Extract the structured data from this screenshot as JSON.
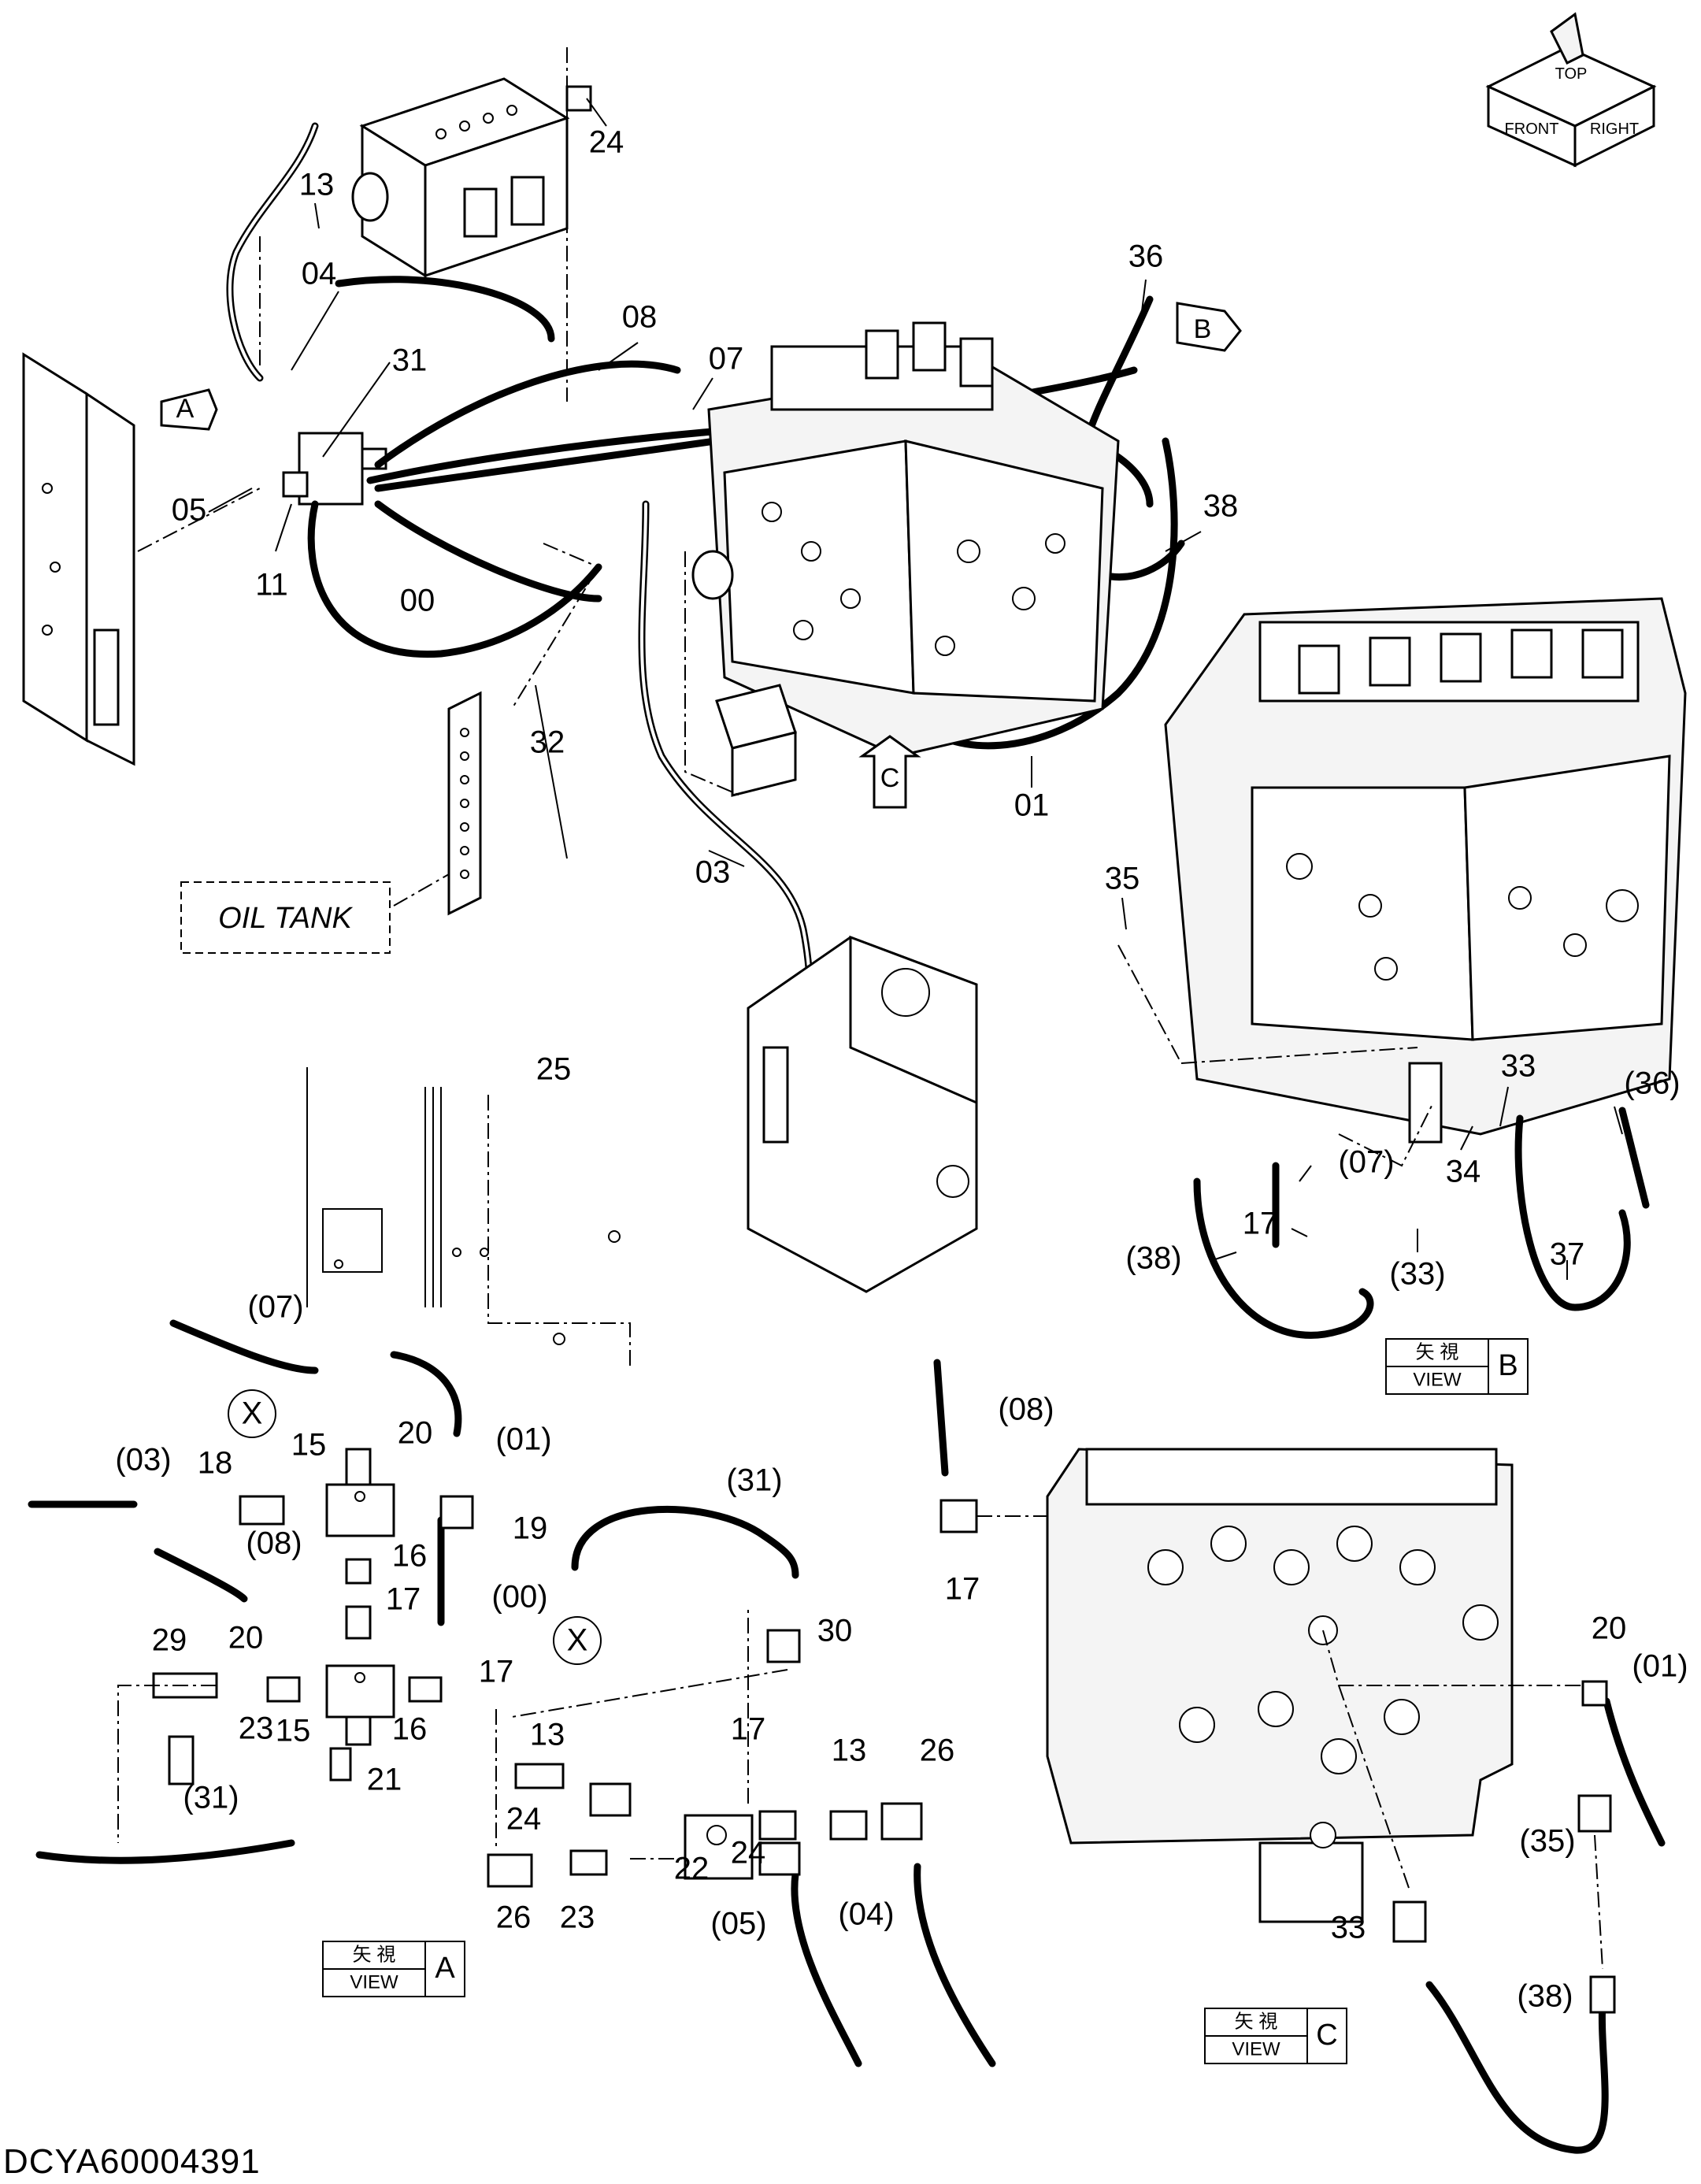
{
  "document_code": "DCYA60004391",
  "orientation_cube": {
    "top": "TOP",
    "front": "FRONT",
    "right": "RIGHT"
  },
  "main_view": {
    "callouts": [
      "24",
      "13",
      "04",
      "31",
      "08",
      "07",
      "36",
      "05",
      "11",
      "00",
      "32",
      "38",
      "01",
      "03"
    ],
    "view_markers": [
      "A",
      "B",
      "C"
    ],
    "oil_tank_label": "OIL TANK"
  },
  "view_b": {
    "callouts": [
      "35",
      "(36)",
      "33",
      "(07)",
      "34",
      "17",
      "(38)",
      "(33)",
      "37"
    ],
    "label": {
      "jp": "矢 視",
      "en": "VIEW",
      "letter": "B"
    }
  },
  "view_a": {
    "callouts": [
      "25",
      "(07)",
      "X",
      "15",
      "20",
      "(01)",
      "(03)",
      "18",
      "19",
      "(08)",
      "16",
      "17",
      "(00)",
      "(31)",
      "X",
      "30",
      "29",
      "20",
      "17",
      "23",
      "15",
      "16",
      "21",
      "(31)",
      "13",
      "17",
      "13",
      "26",
      "24",
      "22",
      "24",
      "26",
      "23",
      "(05)",
      "(04)"
    ],
    "label": {
      "jp": "矢 視",
      "en": "VIEW",
      "letter": "A"
    }
  },
  "view_c": {
    "callouts": [
      "(08)",
      "17",
      "20",
      "(01)",
      "(35)",
      "33",
      "(38)"
    ],
    "label": {
      "jp": "矢 視",
      "en": "VIEW",
      "letter": "C"
    }
  }
}
